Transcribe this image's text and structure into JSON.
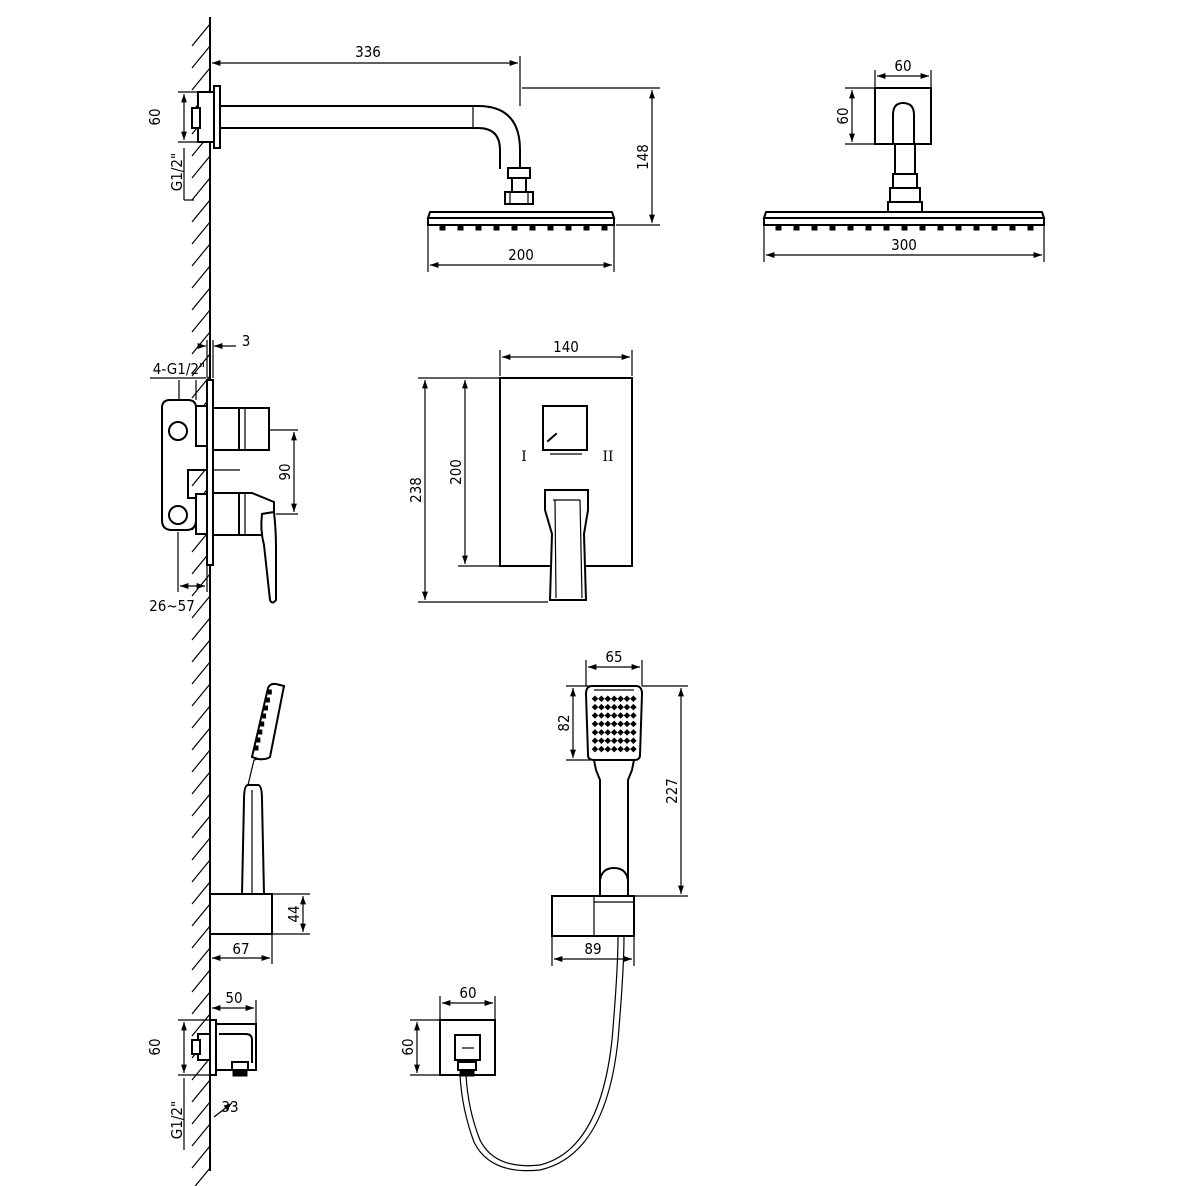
{
  "shower_head": {
    "arm_length": "336",
    "wall_flange_height": "60",
    "thread": "G1/2\"",
    "drop": "148",
    "head_width_front": "200",
    "flange_width": "60",
    "flange_height": "60",
    "head_width_side": "300"
  },
  "mixer": {
    "plate_offset": "3",
    "inlets": "4-G1/2\"",
    "outlet_spacing": "90",
    "depth_range": "26~57",
    "plate_width": "140",
    "plate_inner_height": "200",
    "overall_height": "238",
    "position_1": "I",
    "position_2": "II"
  },
  "hand_shower": {
    "holder_height": "44",
    "holder_depth": "67",
    "head_width": "65",
    "head_height": "82",
    "total_length": "227",
    "holder_front_width": "89"
  },
  "wall_outlet": {
    "depth": "50",
    "height": "60",
    "thread": "G1/2\"",
    "nipple": "33",
    "front_width": "60",
    "front_height": "60"
  }
}
